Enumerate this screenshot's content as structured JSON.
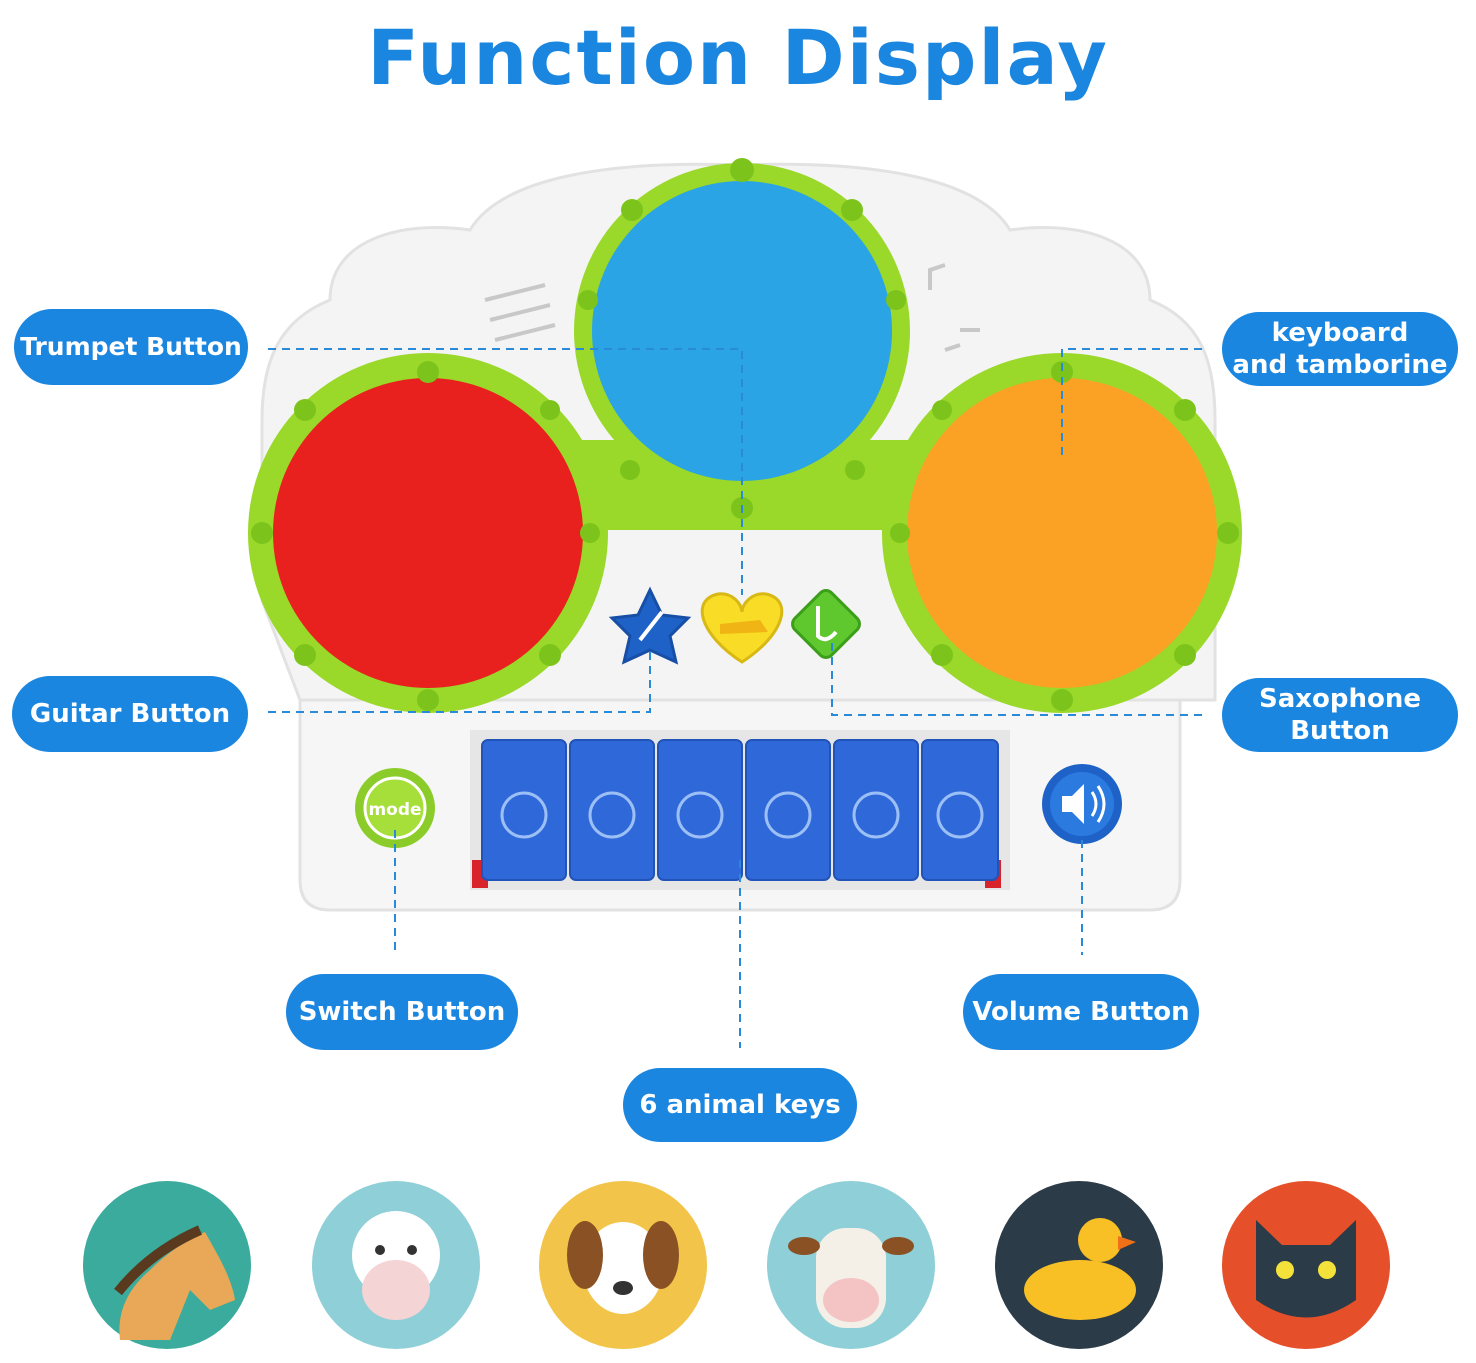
{
  "title": "Function Display",
  "labels": {
    "trumpet": "Trumpet Button",
    "keyboard_line1": "keyboard",
    "keyboard_line2": "and tamborine",
    "guitar": "Guitar Button",
    "saxophone_line1": "Saxophone",
    "saxophone_line2": "Button",
    "switch": "Switch Button",
    "volume": "Volume Button",
    "animal_keys": "6 animal keys"
  },
  "toy": {
    "mode_label": "mode"
  },
  "animals": [
    "horse",
    "sheep",
    "dog",
    "cow",
    "duck",
    "cat"
  ],
  "colors": {
    "accent_blue": "#1a86e0",
    "drum_red": "#e8201e",
    "drum_blue": "#2aa4e4",
    "drum_orange": "#fba224",
    "frame_green": "#9ad82a",
    "key_blue": "#2f68d8"
  }
}
